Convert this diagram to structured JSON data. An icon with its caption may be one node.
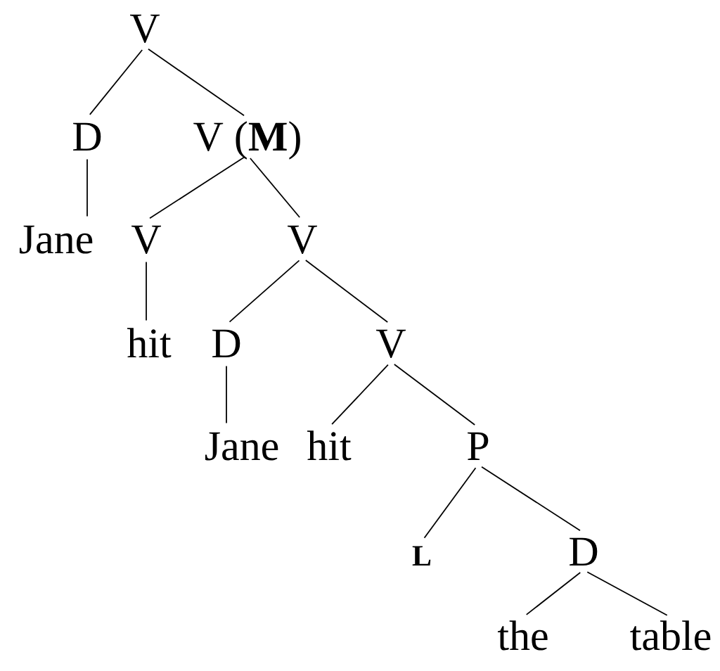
{
  "diagram": {
    "nodes": [
      {
        "text": [
          "V"
        ]
      },
      {
        "text": [
          "D"
        ]
      },
      {
        "text": [
          "V (**M**)"
        ]
      },
      {
        "text": [
          "Jane"
        ]
      },
      {
        "text": [
          "V"
        ]
      },
      {
        "text": [
          "V"
        ]
      },
      {
        "text": [
          "hit"
        ]
      },
      {
        "text": [
          "D"
        ]
      },
      {
        "text": [
          "V"
        ]
      },
      {
        "text": [
          "Jane"
        ]
      },
      {
        "text": [
          "hit"
        ]
      },
      {
        "text": [
          "P"
        ]
      },
      {
        "text": [
          "L"
        ]
      },
      {
        "text": [
          "D"
        ]
      },
      {
        "text": [
          "the"
        ]
      },
      {
        "text": [
          "table"
        ]
      }
    ],
    "edges": [
      {
        "from": 0,
        "to": 1,
        "arrow": "none"
      },
      {
        "from": 0,
        "to": 2,
        "arrow": "none"
      },
      {
        "from": 1,
        "to": 3,
        "arrow": "none"
      },
      {
        "from": 2,
        "to": 4,
        "arrow": "none"
      },
      {
        "from": 2,
        "to": 5,
        "arrow": "none"
      },
      {
        "from": 4,
        "to": 6,
        "arrow": "none"
      },
      {
        "from": 5,
        "to": 7,
        "arrow": "none"
      },
      {
        "from": 5,
        "to": 8,
        "arrow": "none"
      },
      {
        "from": 7,
        "to": 9,
        "arrow": "none"
      },
      {
        "from": 8,
        "to": 10,
        "arrow": "none"
      },
      {
        "from": 8,
        "to": 11,
        "arrow": "none"
      },
      {
        "from": 11,
        "to": 12,
        "arrow": "none"
      },
      {
        "from": 11,
        "to": 13,
        "arrow": "none"
      },
      {
        "from": 13,
        "to": 14,
        "arrow": "none"
      },
      {
        "from": 13,
        "to": 15,
        "arrow": "none"
      }
    ]
  }
}
